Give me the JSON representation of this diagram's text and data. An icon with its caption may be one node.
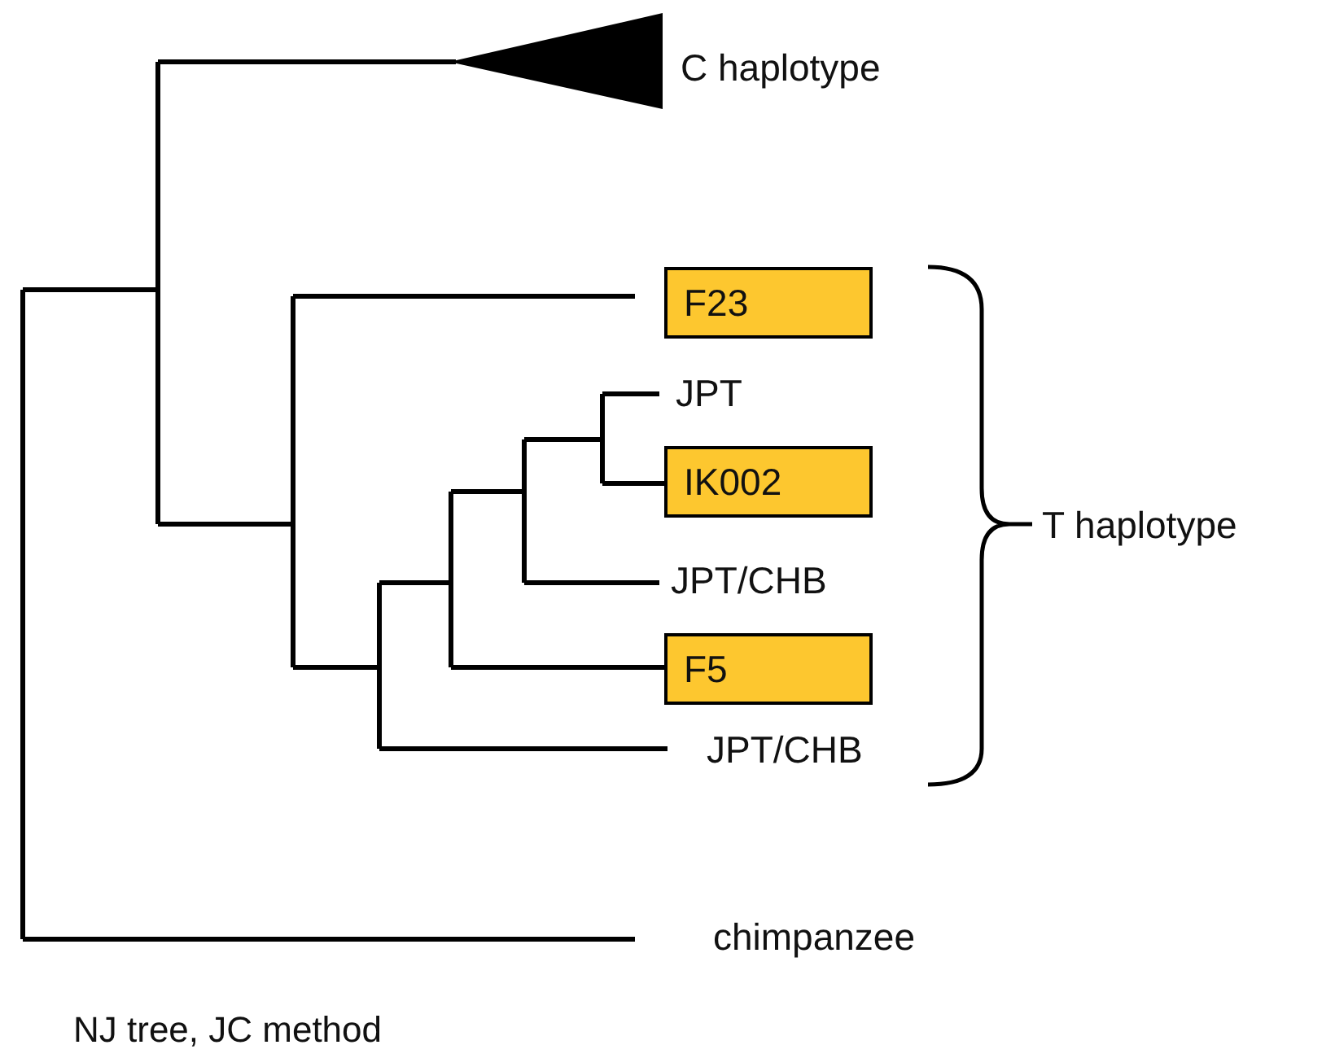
{
  "diagram": {
    "caption": "NJ tree, JC method",
    "nodes": [
      {
        "text": [
          "F23"
        ]
      },
      {
        "text": [
          "IK002"
        ]
      },
      {
        "text": [
          "F5"
        ]
      }
    ],
    "labels": [
      "C haplotype",
      "JPT",
      "JPT/CHB",
      "T haplotype",
      "JPT/CHB",
      "chimpanzee"
    ]
  }
}
